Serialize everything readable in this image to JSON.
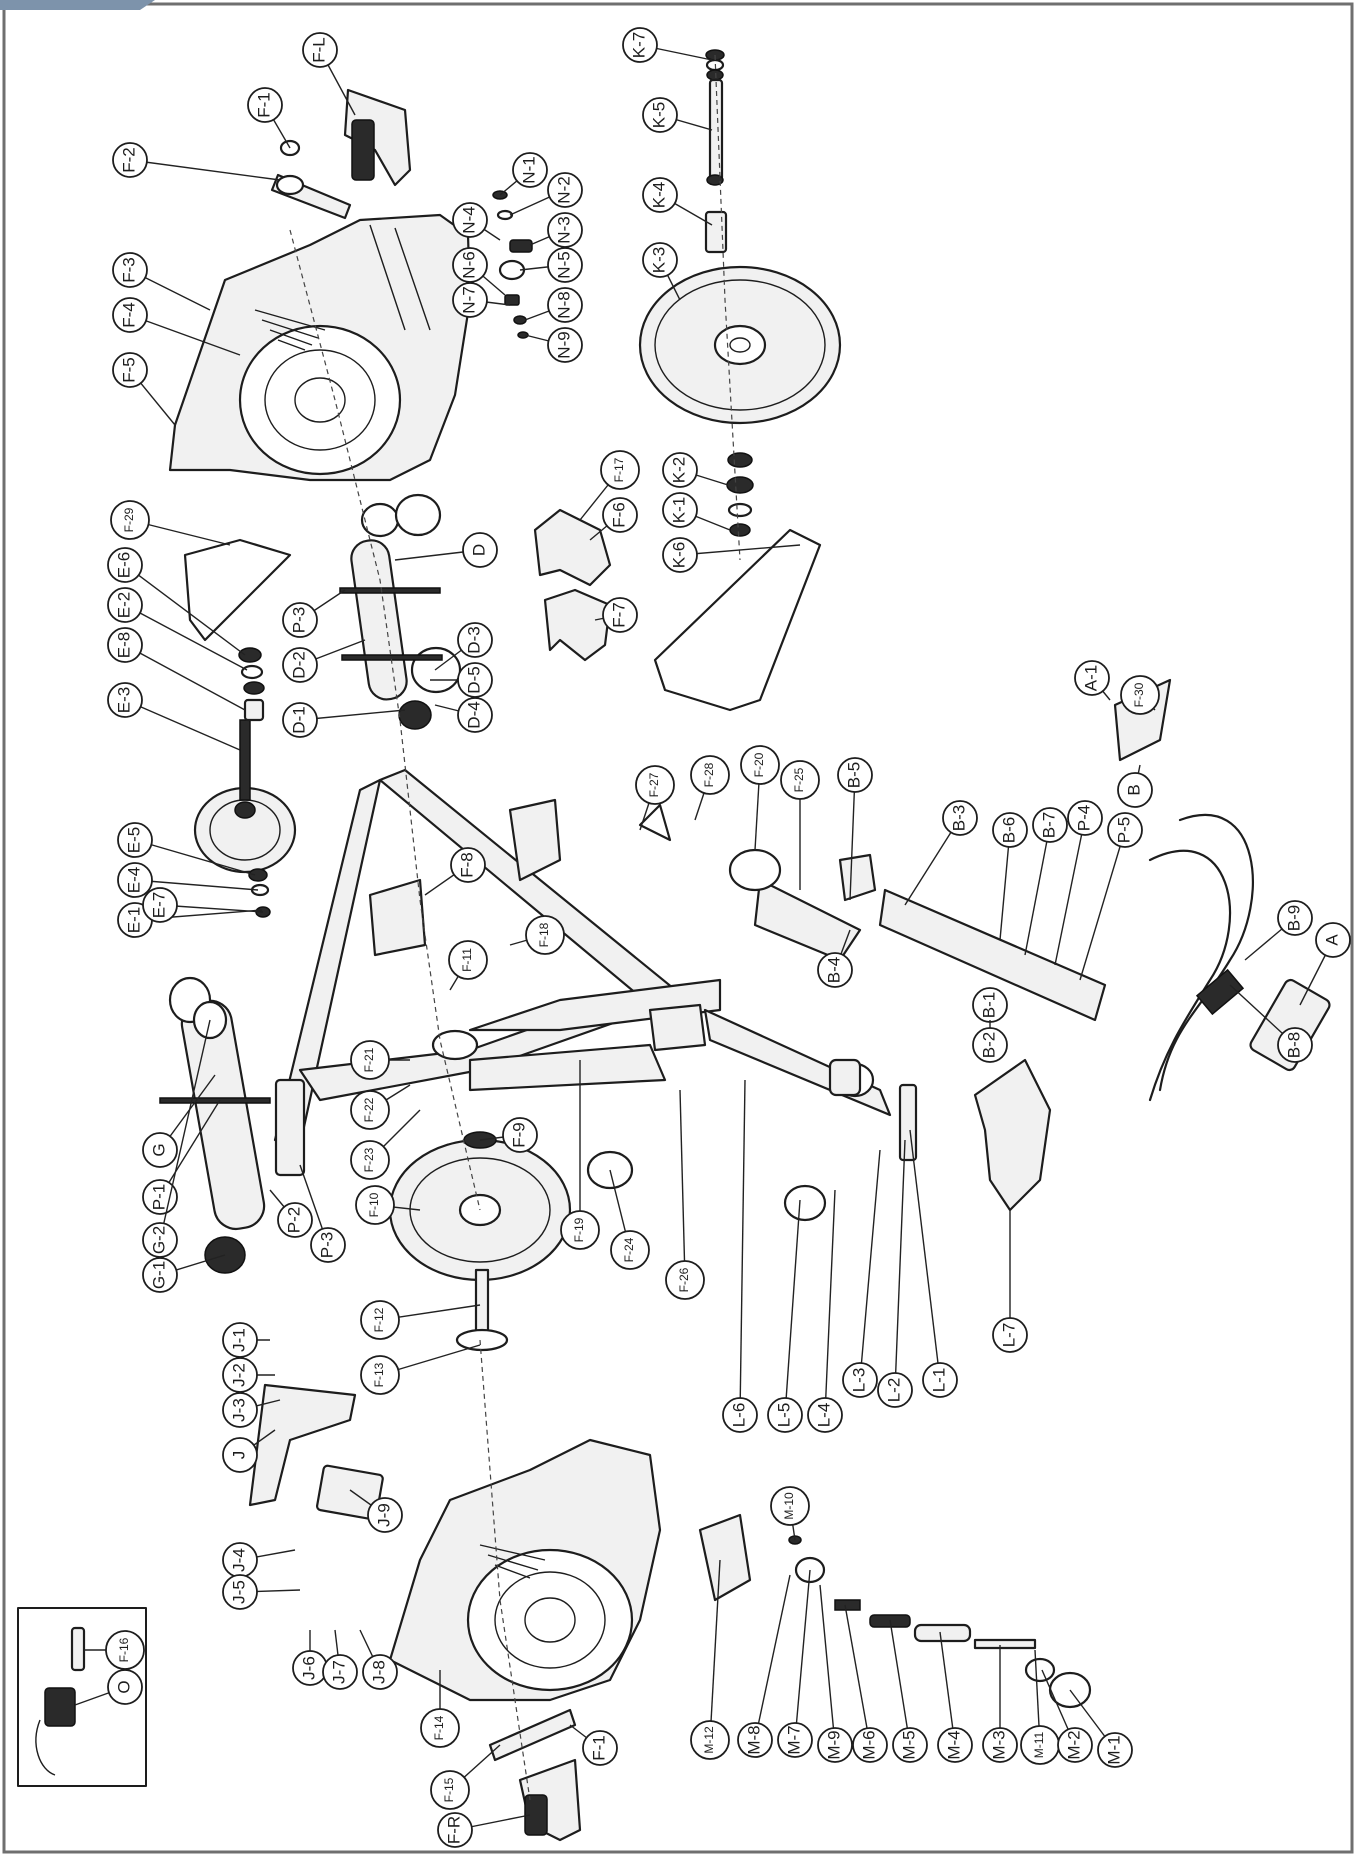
{
  "figure": {
    "description_free": true,
    "colors": {
      "ink": "#1d1d1d",
      "frame": "#6f6f6f",
      "corner_tab": "#7d93ab",
      "paper": "#ffffff"
    }
  },
  "callouts": [
    {
      "id": "F-L",
      "text": "F-L"
    },
    {
      "id": "F-1a",
      "text": "F-1"
    },
    {
      "id": "F-2",
      "text": "F-2"
    },
    {
      "id": "F-3",
      "text": "F-3"
    },
    {
      "id": "F-4",
      "text": "F-4"
    },
    {
      "id": "F-5",
      "text": "F-5"
    },
    {
      "id": "N-1",
      "text": "N-1"
    },
    {
      "id": "N-2",
      "text": "N-2"
    },
    {
      "id": "N-3",
      "text": "N-3"
    },
    {
      "id": "N-4",
      "text": "N-4"
    },
    {
      "id": "N-5",
      "text": "N-5"
    },
    {
      "id": "N-6",
      "text": "N-6"
    },
    {
      "id": "N-7",
      "text": "N-7"
    },
    {
      "id": "N-8",
      "text": "N-8"
    },
    {
      "id": "N-9",
      "text": "N-9"
    },
    {
      "id": "K-7",
      "text": "K-7"
    },
    {
      "id": "K-5",
      "text": "K-5"
    },
    {
      "id": "K-4",
      "text": "K-4"
    },
    {
      "id": "K-3",
      "text": "K-3"
    },
    {
      "id": "K-2",
      "text": "K-2"
    },
    {
      "id": "K-1",
      "text": "K-1"
    },
    {
      "id": "K-6",
      "text": "K-6"
    },
    {
      "id": "F-17",
      "text": "F-17"
    },
    {
      "id": "F-6",
      "text": "F-6"
    },
    {
      "id": "F-7",
      "text": "F-7"
    },
    {
      "id": "D",
      "text": "D"
    },
    {
      "id": "F-29",
      "text": "F-29"
    },
    {
      "id": "E-6",
      "text": "E-6"
    },
    {
      "id": "E-2",
      "text": "E-2"
    },
    {
      "id": "E-8",
      "text": "E-8"
    },
    {
      "id": "E-3",
      "text": "E-3"
    },
    {
      "id": "E-5",
      "text": "E-5"
    },
    {
      "id": "E-4",
      "text": "E-4"
    },
    {
      "id": "E-1",
      "text": "E-1"
    },
    {
      "id": "E-7",
      "text": "E-7"
    },
    {
      "id": "P-3a",
      "text": "P-3"
    },
    {
      "id": "D-2",
      "text": "D-2"
    },
    {
      "id": "D-1",
      "text": "D-1"
    },
    {
      "id": "D-3",
      "text": "D-3"
    },
    {
      "id": "D-5",
      "text": "D-5"
    },
    {
      "id": "D-4",
      "text": "D-4"
    },
    {
      "id": "A-1",
      "text": "A-1"
    },
    {
      "id": "F-30",
      "text": "F-30"
    },
    {
      "id": "B",
      "text": "B"
    },
    {
      "id": "F-27",
      "text": "F-27"
    },
    {
      "id": "F-28",
      "text": "F-28"
    },
    {
      "id": "F-20",
      "text": "F-20"
    },
    {
      "id": "F-25",
      "text": "F-25"
    },
    {
      "id": "B-5",
      "text": "B-5"
    },
    {
      "id": "B-3",
      "text": "B-3"
    },
    {
      "id": "B-6",
      "text": "B-6"
    },
    {
      "id": "B-7",
      "text": "B-7"
    },
    {
      "id": "P-4",
      "text": "P-4"
    },
    {
      "id": "P-5",
      "text": "P-5"
    },
    {
      "id": "B-9",
      "text": "B-9"
    },
    {
      "id": "A",
      "text": "A"
    },
    {
      "id": "B-8",
      "text": "B-8"
    },
    {
      "id": "B-4",
      "text": "B-4"
    },
    {
      "id": "B-1",
      "text": "B-1"
    },
    {
      "id": "B-2",
      "text": "B-2"
    },
    {
      "id": "F-8",
      "text": "F-8"
    },
    {
      "id": "F-18",
      "text": "F-18"
    },
    {
      "id": "F-11",
      "text": "F-11"
    },
    {
      "id": "F-21",
      "text": "F-21"
    },
    {
      "id": "F-22",
      "text": "F-22"
    },
    {
      "id": "F-23",
      "text": "F-23"
    },
    {
      "id": "F-9",
      "text": "F-9"
    },
    {
      "id": "F-10",
      "text": "F-10"
    },
    {
      "id": "F-19",
      "text": "F-19"
    },
    {
      "id": "F-24",
      "text": "F-24"
    },
    {
      "id": "F-26",
      "text": "F-26"
    },
    {
      "id": "L-6",
      "text": "L-6"
    },
    {
      "id": "L-5",
      "text": "L-5"
    },
    {
      "id": "L-4",
      "text": "L-4"
    },
    {
      "id": "L-3",
      "text": "L-3"
    },
    {
      "id": "L-2",
      "text": "L-2"
    },
    {
      "id": "L-1",
      "text": "L-1"
    },
    {
      "id": "L-7",
      "text": "L-7"
    },
    {
      "id": "G",
      "text": "G"
    },
    {
      "id": "P-1",
      "text": "P-1"
    },
    {
      "id": "G-2",
      "text": "G-2"
    },
    {
      "id": "G-1",
      "text": "G-1"
    },
    {
      "id": "P-2",
      "text": "P-2"
    },
    {
      "id": "P-3b",
      "text": "P-3"
    },
    {
      "id": "F-12",
      "text": "F-12"
    },
    {
      "id": "F-13",
      "text": "F-13"
    },
    {
      "id": "J-1",
      "text": "J-1"
    },
    {
      "id": "J-2",
      "text": "J-2"
    },
    {
      "id": "J-3",
      "text": "J-3"
    },
    {
      "id": "J",
      "text": "J"
    },
    {
      "id": "J-9",
      "text": "J-9"
    },
    {
      "id": "J-4",
      "text": "J-4"
    },
    {
      "id": "J-5",
      "text": "J-5"
    },
    {
      "id": "J-6",
      "text": "J-6"
    },
    {
      "id": "J-7",
      "text": "J-7"
    },
    {
      "id": "J-8",
      "text": "J-8"
    },
    {
      "id": "F-16",
      "text": "F-16"
    },
    {
      "id": "O",
      "text": "O"
    },
    {
      "id": "F-14",
      "text": "F-14"
    },
    {
      "id": "F-15",
      "text": "F-15"
    },
    {
      "id": "F-1b",
      "text": "F-1"
    },
    {
      "id": "F-R",
      "text": "F-R"
    },
    {
      "id": "M-10",
      "text": "M-10"
    },
    {
      "id": "M-12",
      "text": "M-12"
    },
    {
      "id": "M-8",
      "text": "M-8"
    },
    {
      "id": "M-7",
      "text": "M-7"
    },
    {
      "id": "M-9",
      "text": "M-9"
    },
    {
      "id": "M-6",
      "text": "M-6"
    },
    {
      "id": "M-5",
      "text": "M-5"
    },
    {
      "id": "M-4",
      "text": "M-4"
    },
    {
      "id": "M-3",
      "text": "M-3"
    },
    {
      "id": "M-11",
      "text": "M-11"
    },
    {
      "id": "M-2",
      "text": "M-2"
    },
    {
      "id": "M-1",
      "text": "M-1"
    }
  ]
}
